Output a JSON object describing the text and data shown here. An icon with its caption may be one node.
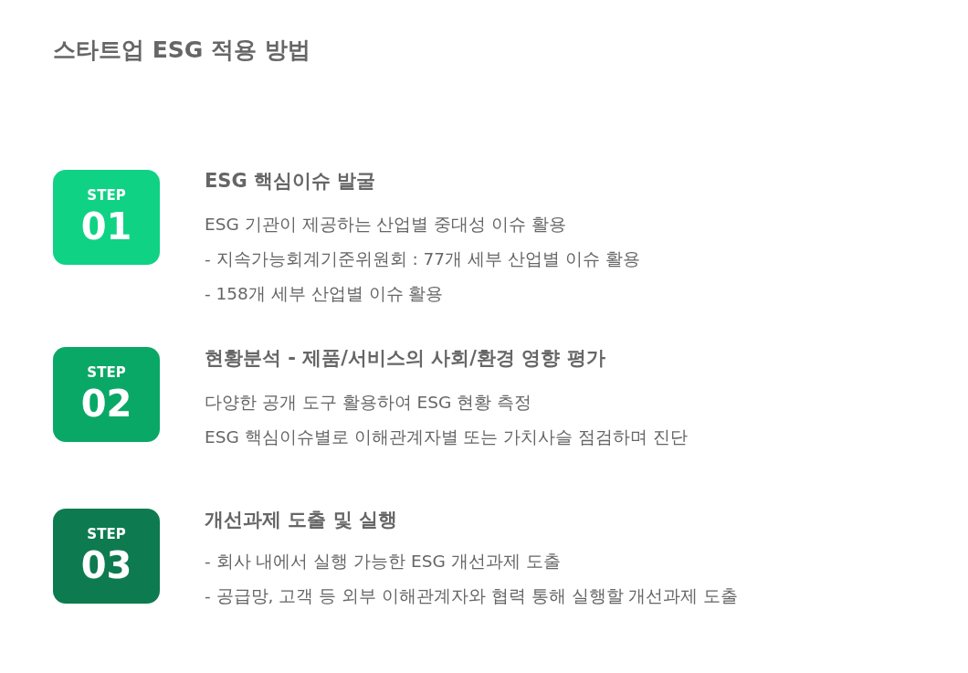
{
  "diagram": {
    "title": "스타트업 ESG 적용 방법",
    "nodes": [
      {
        "text": [
          "STEP",
          "01"
        ],
        "beside": [
          "ESG 핵심이슈 발굴",
          "ESG 기관이 제공하는 산업별 중대성 이슈 활용",
          "- 지속가능회계기준위원회 : 77개 세부 산업별 이슈 활용",
          "- 158개 세부 산업별 이슈 활용"
        ]
      },
      {
        "text": [
          "STEP",
          "02"
        ],
        "beside": [
          "현황분석 - 제품/서비스의 사회/환경 영향 평가",
          "다양한 공개 도구 활용하여 ESG 현황 측정",
          "ESG 핵심이슈별로 이해관계자별 또는 가치사슬 점검하며 진단"
        ]
      },
      {
        "text": [
          "STEP",
          "03"
        ],
        "beside": [
          "개선과제 도출 및 실행",
          "- 회사 내에서 실행 가능한 ESG 개선과제 도출",
          "- 공급망, 고객 등 외부 이해관계자와 협력 통해 실행할 개선과제 도출"
        ]
      }
    ]
  }
}
